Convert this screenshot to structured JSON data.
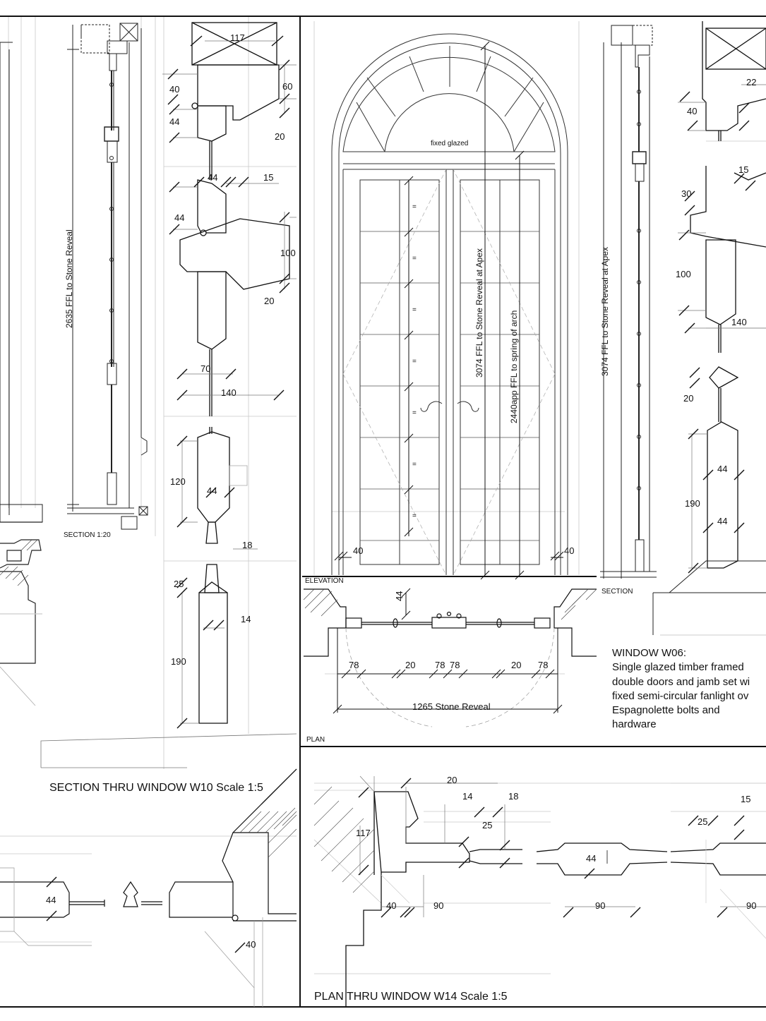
{
  "titles": {
    "section_w10": "SECTION THRU WINDOW W10  Scale 1:5",
    "plan_w14": "PLAN THRU WINDOW W14 Scale 1:5"
  },
  "labels": {
    "section_1_20": "SECTION 1:20",
    "elevation": "ELEVATION",
    "plan": "PLAN",
    "section": "SECTION",
    "fixed_glazed": "fixed glazed",
    "equal": "="
  },
  "vertical_dims": {
    "w10_height": "2635 FFL to Stone Reveal",
    "w06_apex": "3074 FFL to Stone Reveal at Apex",
    "w06_spring": "2440app FFL to spring of arch",
    "w06_section_apex": "3074 FFL to Stone Reveal at Apex"
  },
  "note_w06": {
    "heading": "WINDOW W06:",
    "lines": [
      "Single glazed timber framed",
      "double doors and jamb set wi",
      "fixed semi-circular fanlight ov",
      "Espagnolette bolts and",
      "hardware"
    ]
  },
  "dims_w10_detail": [
    "117",
    "40",
    "60",
    "44",
    "20",
    "44",
    "15",
    "44",
    "100",
    "20",
    "70",
    "140",
    "120",
    "44",
    "18",
    "25",
    "14",
    "190"
  ],
  "dims_w06_elevation": {
    "left": "40",
    "right": "40",
    "plan_top": "44",
    "stone_reveal": "1265 Stone Reveal"
  },
  "dims_w06_plan": [
    "78",
    "20",
    "78",
    "78",
    "20",
    "78"
  ],
  "dims_w06_section": [
    "22",
    "40",
    "15",
    "30",
    "100",
    "140",
    "20",
    "44",
    "190",
    "44"
  ],
  "dims_w14_plan": [
    "20",
    "14",
    "18",
    "117",
    "25",
    "44",
    "40",
    "90",
    "90",
    "15",
    "25",
    "90"
  ],
  "dims_w10_plan": [
    "44",
    "40"
  ]
}
